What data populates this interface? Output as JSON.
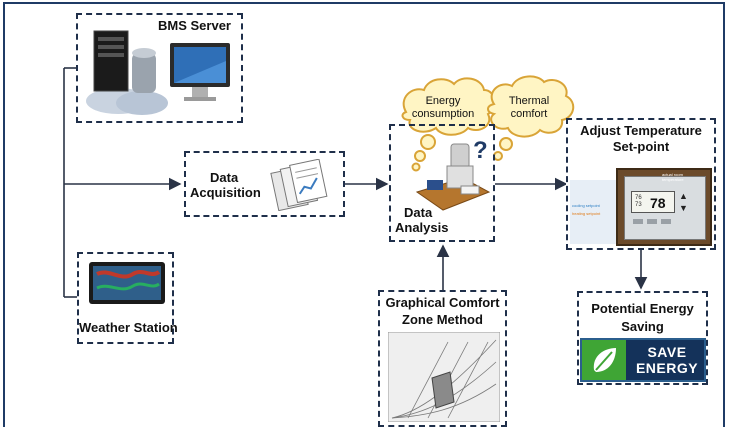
{
  "nodes": {
    "bms_server": {
      "label": "BMS Server"
    },
    "weather_station": {
      "label": "Weather Station"
    },
    "data_acquisition": {
      "line1": "Data",
      "line2": "Acquisition"
    },
    "data_analysis": {
      "line1": "Data",
      "line2": "Analysis"
    },
    "energy_cloud": {
      "line1": "Energy",
      "line2": "consumption"
    },
    "comfort_cloud": {
      "line1": "Thermal",
      "line2": "comfort"
    },
    "comfort_method": {
      "line1": "Graphical Comfort",
      "line2": "Zone Method"
    },
    "adjust_setpoint": {
      "line1": "Adjust Temperature",
      "line2": "Set-point"
    },
    "energy_saving": {
      "line1": "Potential Energy",
      "line2": "Saving"
    }
  },
  "thermostat": {
    "reading": "78",
    "unit_top": "76",
    "unit_bottom": "73",
    "label_actual": "actual room",
    "label_temp": "temperature",
    "label_cooling": "cooling setpoint",
    "label_heating": "heating setpoint"
  },
  "save_button": {
    "line1": "SAVE",
    "line2": "ENERGY"
  },
  "colors": {
    "frame": "#1f3b66",
    "arrow": "#2a3346",
    "box_border": "#1f2f4a",
    "save_bg": "#14325a",
    "leaf": "#3fa535",
    "cloud_fill": "#fff5c4",
    "cloud_stroke": "#d9a437"
  }
}
